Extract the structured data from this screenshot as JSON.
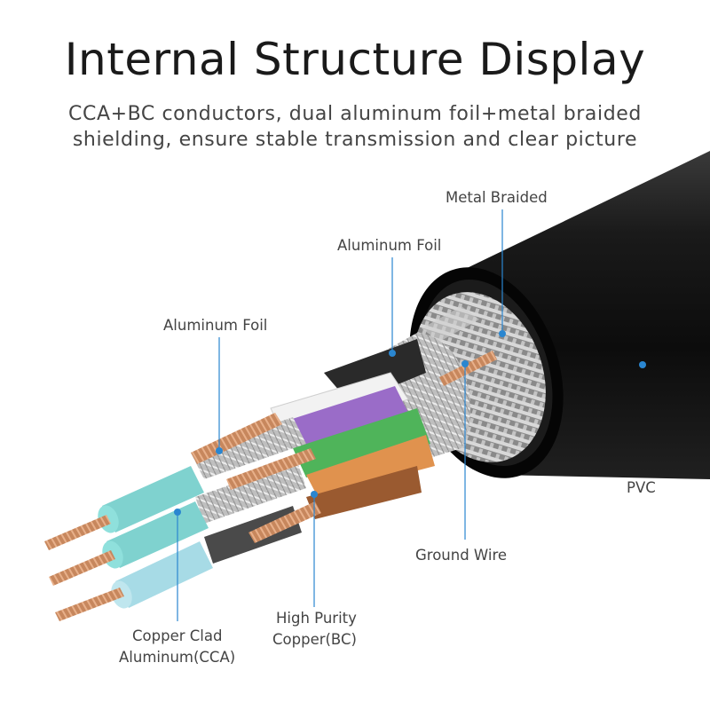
{
  "header": {
    "title": "Internal Structure Display",
    "subtitle_line1": "CCA+BC conductors, dual aluminum foil+metal braided",
    "subtitle_line2": "shielding, ensure stable transmission and clear picture"
  },
  "labels": {
    "metal_braided": "Metal Braided",
    "aluminum_foil_outer": "Aluminum Foil",
    "aluminum_foil_inner": "Aluminum Foil",
    "pvc": "PVC",
    "ground_wire": "Ground Wire",
    "high_purity_line1": "High Purity",
    "high_purity_line2": "Copper(BC)",
    "cca_line1": "Copper Clad",
    "cca_line2": "Aluminum(CCA)"
  },
  "colors": {
    "callout_line": "#2a86d0",
    "jacket": "#121212",
    "braid": "#b9b9b9",
    "foil": "#cfcfcf",
    "copper": "#c98a62",
    "wire_purple": "#9a6cc8",
    "wire_green": "#4fb45a",
    "wire_orange": "#e0924e",
    "wire_brown": "#9a5a30",
    "wire_white": "#f2f2f2",
    "wire_teal": "#7fd2cf"
  }
}
